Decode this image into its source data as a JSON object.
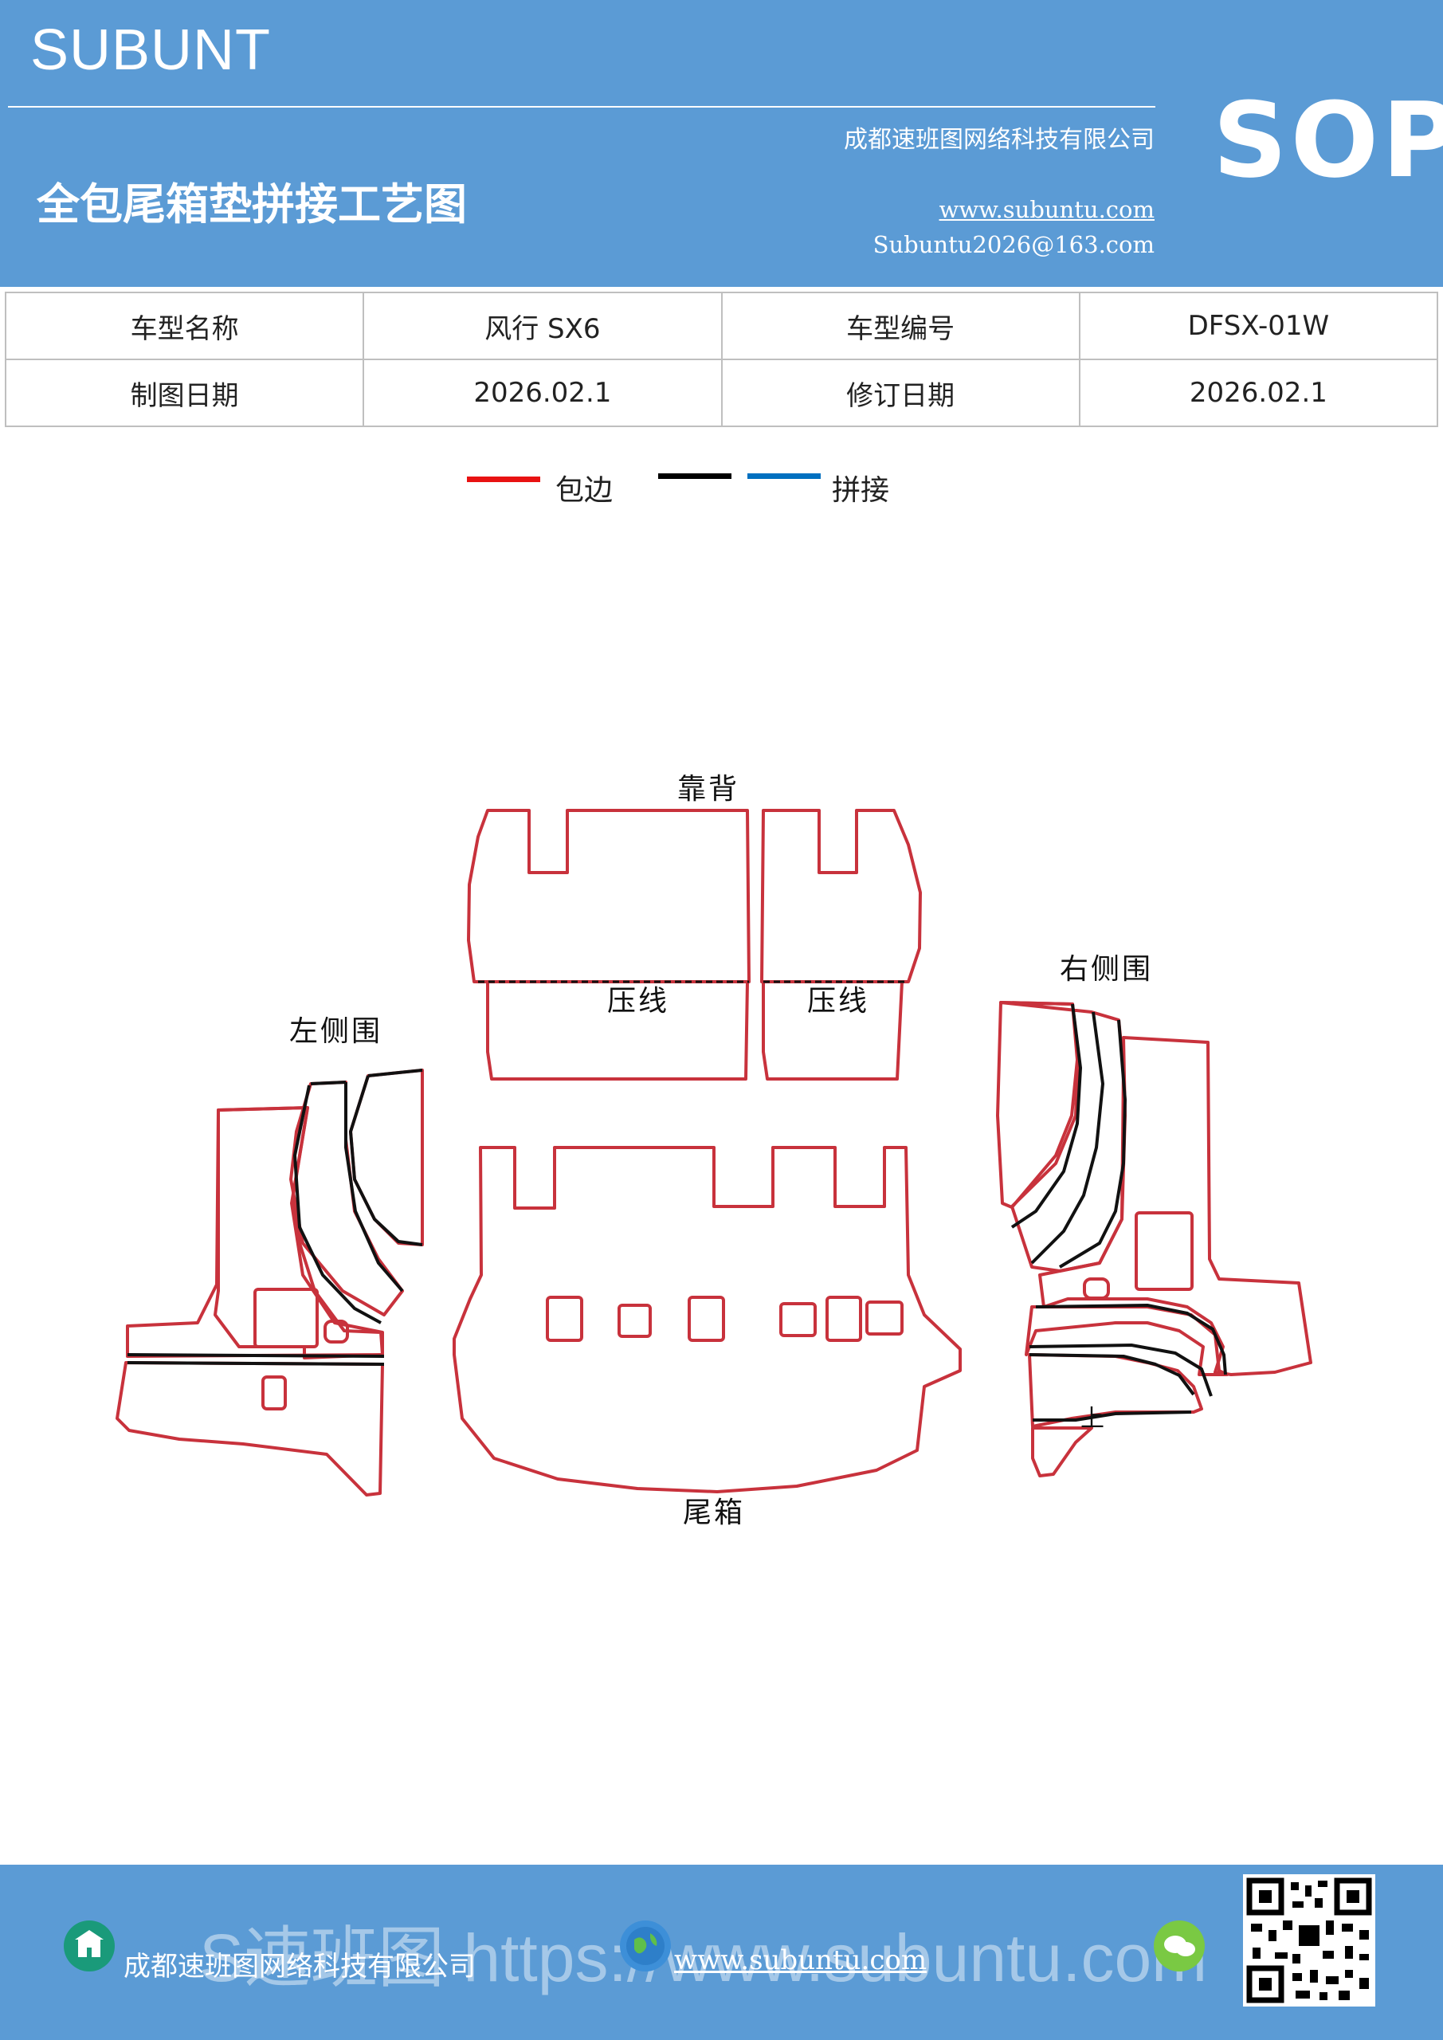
{
  "header": {
    "brand": "SUBUNT",
    "doc_title": "全包尾箱垫拼接工艺图",
    "company": "成都速班图网络科技有限公司",
    "website": "www.subuntu.com",
    "email": "Subuntu2026@163.com",
    "sop_label": "SOP"
  },
  "info_table": {
    "rows": [
      [
        "车型名称",
        "风行 SX6",
        "车型编号",
        "DFSX-01W"
      ],
      [
        "制图日期",
        "2026.02.1",
        "修订日期",
        "2026.02.1"
      ]
    ]
  },
  "legend": {
    "items": [
      {
        "label": "包边",
        "color": "#e81212"
      },
      {
        "label": "",
        "color": "#000000"
      },
      {
        "label": "拼接",
        "color": "#0070c0"
      }
    ]
  },
  "diagram": {
    "labels": {
      "backrest": "靠背",
      "press_line_left": "压线",
      "press_line_right": "压线",
      "left_side": "左侧围",
      "right_side": "右侧围",
      "trunk": "尾箱",
      "small_mark": "上"
    },
    "colors": {
      "edge": "#c8323c",
      "seam": "#111111"
    }
  },
  "footer": {
    "company": "成都速班图网络科技有限公司",
    "website": "www.subuntu.com",
    "watermark": "S速班图 https://www.subuntu.com"
  },
  "icons": {
    "building": "building-icon",
    "globe": "globe-icon",
    "wechat": "wechat-icon",
    "qr": "qr-code-icon"
  }
}
